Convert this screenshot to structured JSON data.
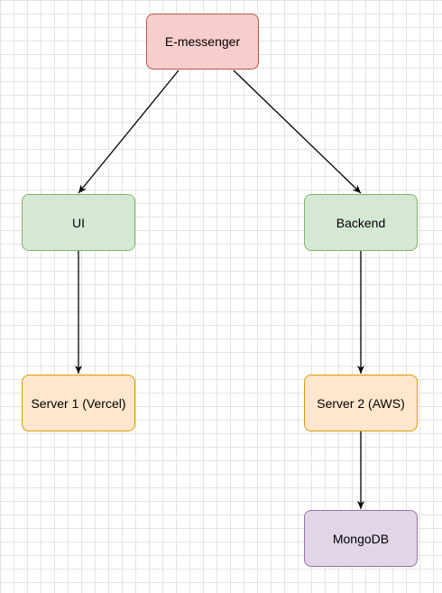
{
  "diagram": {
    "nodes": {
      "emessenger": {
        "label": "E-messenger",
        "fill": "#f8cecc",
        "stroke": "#b85450"
      },
      "ui": {
        "label": "UI",
        "fill": "#d5e8d4",
        "stroke": "#82b366"
      },
      "backend": {
        "label": "Backend",
        "fill": "#d5e8d4",
        "stroke": "#82b366"
      },
      "server1": {
        "label": "Server 1 (Vercel)",
        "fill": "#ffe6cc",
        "stroke": "#d79b00"
      },
      "server2": {
        "label": "Server 2 (AWS)",
        "fill": "#ffe6cc",
        "stroke": "#d79b00"
      },
      "mongodb": {
        "label": "MongoDB",
        "fill": "#e1d5e7",
        "stroke": "#9673a6"
      }
    },
    "edges": [
      {
        "from": "emessenger",
        "to": "ui"
      },
      {
        "from": "emessenger",
        "to": "backend"
      },
      {
        "from": "ui",
        "to": "server1"
      },
      {
        "from": "backend",
        "to": "server2"
      },
      {
        "from": "server2",
        "to": "mongodb"
      }
    ],
    "edge_color": "#000000",
    "grid_color": "#e3e3e3",
    "background": "#ffffff"
  }
}
